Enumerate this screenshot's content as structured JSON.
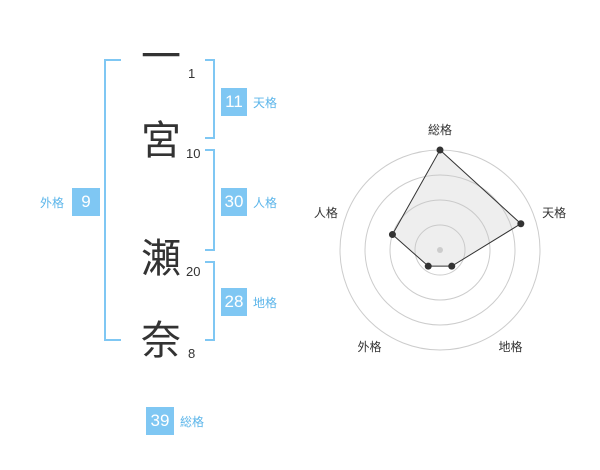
{
  "name_chars": [
    {
      "char": "一",
      "strokes": "1"
    },
    {
      "char": "宮",
      "strokes": "10"
    },
    {
      "char": "瀬",
      "strokes": "20"
    },
    {
      "char": "奈",
      "strokes": "8"
    }
  ],
  "kaku": {
    "tenkaku": {
      "value": "11",
      "label": "天格"
    },
    "jinkaku": {
      "value": "30",
      "label": "人格"
    },
    "chikaku": {
      "value": "28",
      "label": "地格"
    },
    "gaikaku": {
      "value": "9",
      "label": "外格"
    },
    "soukaku": {
      "value": "39",
      "label": "総格"
    }
  },
  "colors": {
    "accent": "#7fc7f3",
    "accent_text": "#5bb5ea",
    "bracket": "#7fc7f3"
  },
  "chart_data": {
    "type": "radar",
    "axes": [
      "総格",
      "天格",
      "地格",
      "外格",
      "人格"
    ],
    "values": [
      1.0,
      0.85,
      0.2,
      0.2,
      0.5
    ],
    "rings": 4,
    "grid": true
  }
}
